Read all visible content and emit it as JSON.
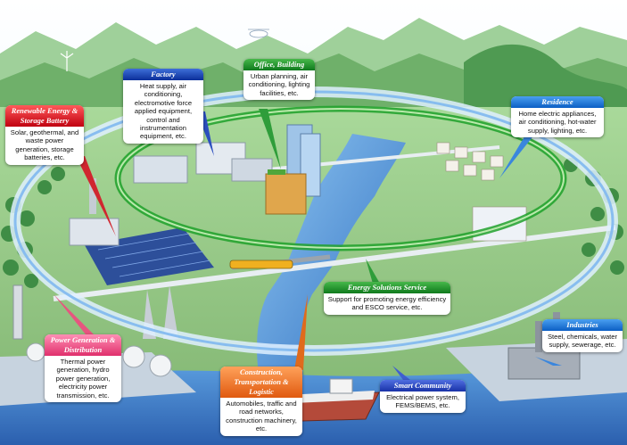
{
  "colors": {
    "sky": "#eef6ff",
    "mountain": "#7fc17a",
    "water": "#4a8fd6",
    "ring": "#bfe0ff",
    "green_ring": "#1fa12a"
  },
  "callouts": {
    "renewable": {
      "title": "Renewable Energy & Storage Battery",
      "body": "Solar, geothermal, and waste power generation, storage batteries, etc."
    },
    "factory": {
      "title": "Factory",
      "body": "Heat supply, air conditioning, electromotive force applied equipment, control and instrumentation equipment, etc."
    },
    "office": {
      "title": "Office, Building",
      "body": "Urban planning, air conditioning, lighting facilities, etc."
    },
    "residence": {
      "title": "Residence",
      "body": "Home electric appliances, air conditioning, hot-water supply, lighting, etc."
    },
    "energy_solutions": {
      "title": "Energy Solutions Service",
      "body": "Support for promoting energy efficiency and ESCO service, etc."
    },
    "industries": {
      "title": "Industries",
      "body": "Steel, chemicals, water supply, sewerage, etc."
    },
    "power_generation": {
      "title": "Power Generation & Distribution",
      "body": "Thermal power generation, hydro power generation, electricity power transmission, etc."
    },
    "construction": {
      "title": "Construction, Transportation & Logistic",
      "body": "Automobiles, traffic and road networks, construction machinery, etc."
    },
    "smart_community": {
      "title": "Smart Community",
      "body": "Electrical power system, FEMS/BEMS, etc."
    }
  }
}
